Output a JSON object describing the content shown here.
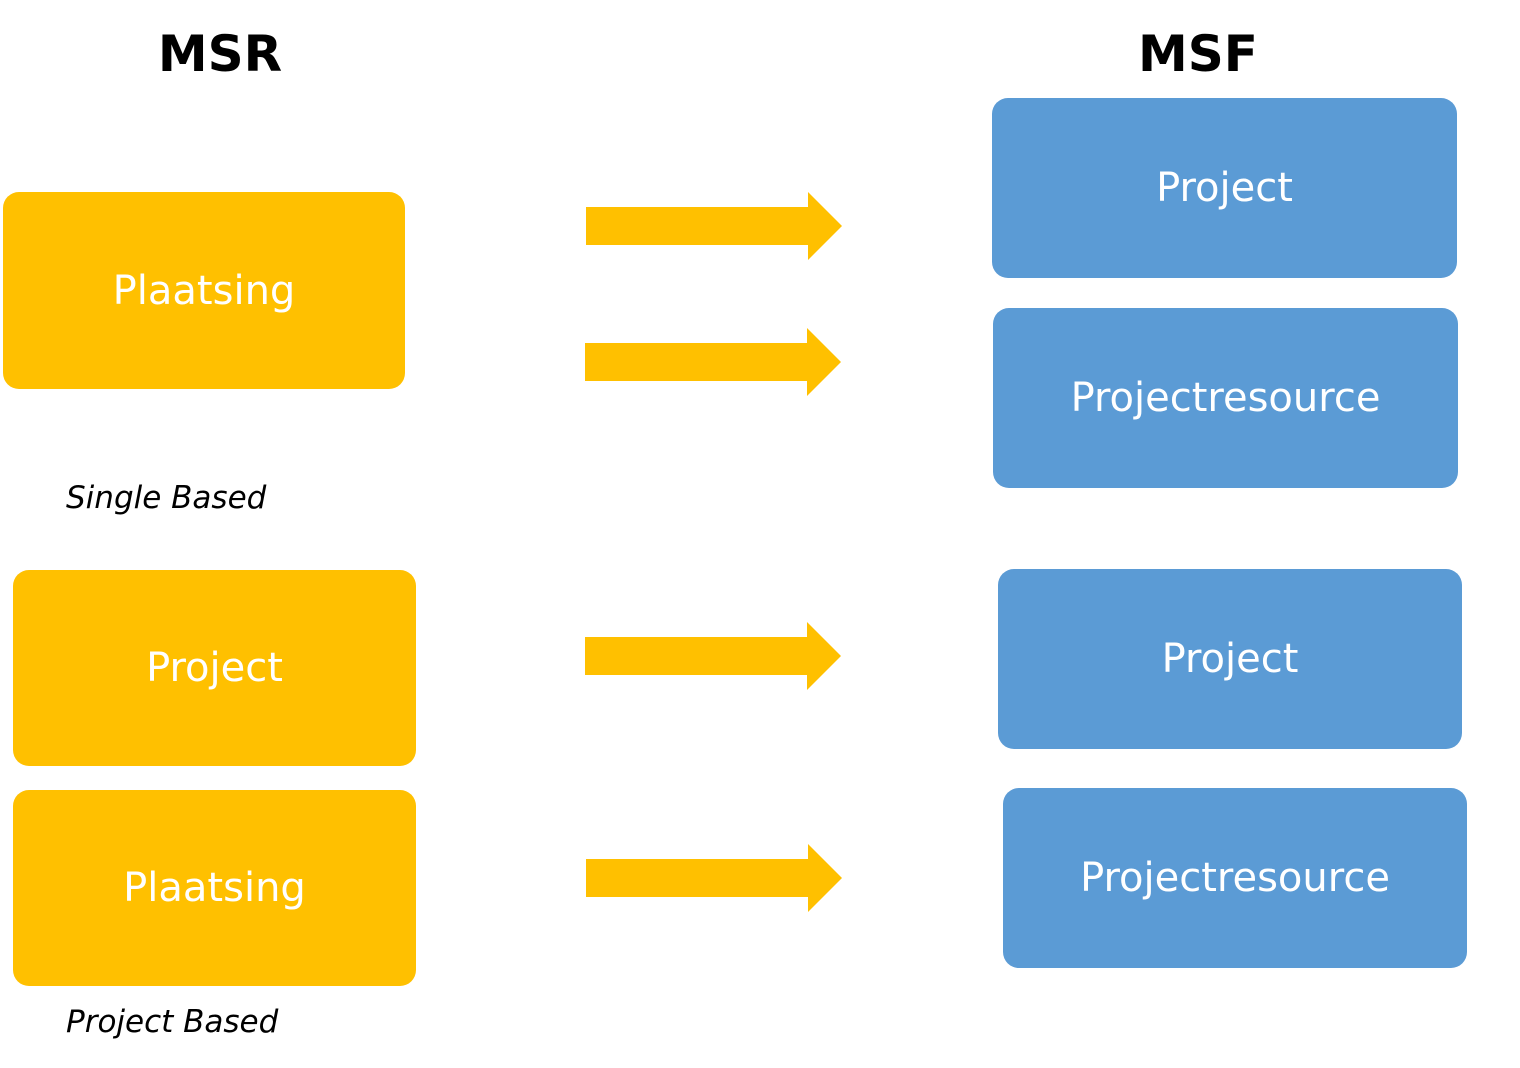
{
  "colors": {
    "msr_box": "#FFC000",
    "msf_box": "#5B9BD5",
    "arrow": "#FFC000",
    "box_text": "#FFFFFF",
    "heading_text": "#000000"
  },
  "headings": {
    "msr": "MSR",
    "msf": "MSF"
  },
  "msr_boxes": [
    {
      "label": "Plaatsing"
    },
    {
      "label": "Project"
    },
    {
      "label": "Plaatsing"
    }
  ],
  "msf_boxes": [
    {
      "label": "Project"
    },
    {
      "label": "Projectresource"
    },
    {
      "label": "Project"
    },
    {
      "label": "Projectresource"
    }
  ],
  "captions": {
    "single": "Single Based",
    "project": "Project Based"
  },
  "arrows": [
    {
      "from": "msr_boxes.0",
      "to": "msf_boxes.0"
    },
    {
      "from": "msr_boxes.0",
      "to": "msf_boxes.1"
    },
    {
      "from": "msr_boxes.1",
      "to": "msf_boxes.2"
    },
    {
      "from": "msr_boxes.2",
      "to": "msf_boxes.3"
    }
  ]
}
